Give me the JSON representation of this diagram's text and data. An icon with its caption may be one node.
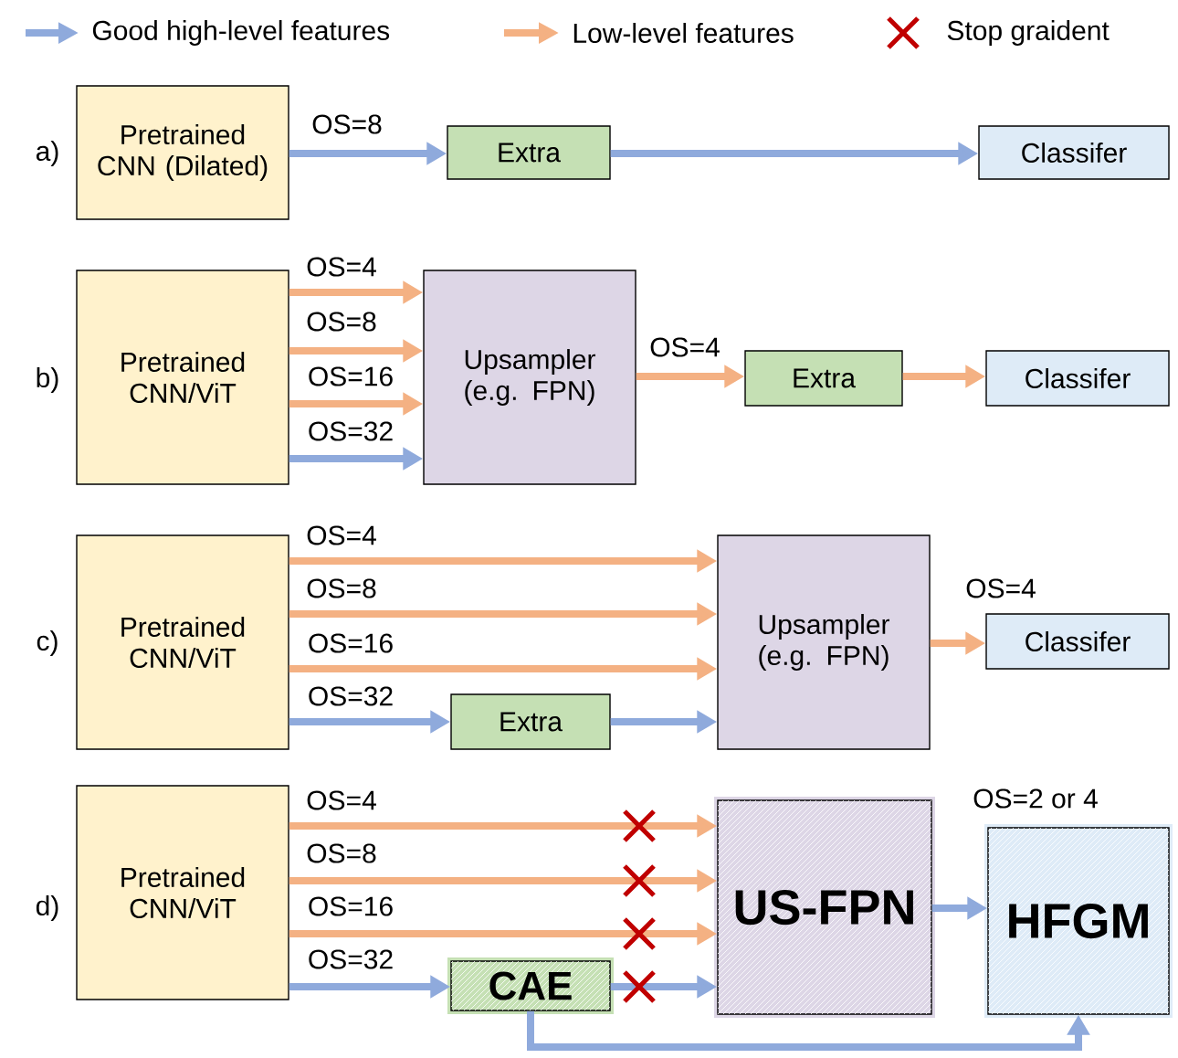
{
  "diagram": {
    "nodes": [
      {
        "text": [
          "Pretrained CNN (Dilated)"
        ]
      },
      {
        "text": [
          "Extra"
        ]
      },
      {
        "text": [
          "Classifer"
        ]
      },
      {
        "text": [
          "Pretrained CNN/ViT"
        ]
      },
      {
        "text": [
          "Upsampler (e.g. FPN)"
        ]
      },
      {
        "text": [
          "Extra"
        ]
      },
      {
        "text": [
          "Classifer"
        ]
      },
      {
        "text": [
          "Pretrained CNN/ViT"
        ]
      },
      {
        "text": [
          "Extra"
        ]
      },
      {
        "text": [
          "Upsampler (e.g. FPN)"
        ]
      },
      {
        "text": [
          "Classifer"
        ]
      },
      {
        "text": [
          "Pretrained CNN/ViT"
        ]
      },
      {
        "text": [
          "CAE"
        ]
      },
      {
        "text": [
          "US-FPN"
        ]
      },
      {
        "text": [
          "HFGM"
        ],
        "beside": [
          "OS=2 or 4"
        ]
      }
    ],
    "edges": [
      {
        "from": 0,
        "to": 1,
        "arrow": "to",
        "label": "OS=8",
        "color": "#8faadc"
      },
      {
        "from": 1,
        "to": 2,
        "arrow": "to",
        "color": "#8faadc"
      },
      {
        "from": 3,
        "to": 4,
        "arrow": "to",
        "label": "OS=4"
      },
      {
        "from": 3,
        "to": 4,
        "arrow": "to",
        "label": "OS=8"
      },
      {
        "from": 3,
        "to": 4,
        "arrow": "to",
        "label": "OS=16"
      },
      {
        "from": 3,
        "to": 4,
        "arrow": "to",
        "label": "OS=32",
        "color": "#8faadc"
      },
      {
        "from": 4,
        "to": 5,
        "arrow": "to",
        "label": "OS=4"
      },
      {
        "from": 5,
        "to": 6,
        "arrow": "to"
      },
      {
        "from": 7,
        "to": 9,
        "arrow": "to",
        "label": "OS=4"
      },
      {
        "from": 7,
        "to": 9,
        "arrow": "to",
        "label": "OS=8"
      },
      {
        "from": 7,
        "to": 9,
        "arrow": "to",
        "label": "OS=16"
      },
      {
        "from": 7,
        "to": 8,
        "arrow": "to",
        "label": "OS=32",
        "color": "#8faadc"
      },
      {
        "from": 8,
        "to": 9,
        "arrow": "to",
        "color": "#8faadc"
      },
      {
        "from": 9,
        "to": 10,
        "arrow": "to",
        "label": "OS=4"
      },
      {
        "from": 11,
        "to": 13,
        "arrow": "to",
        "label": "OS=4"
      },
      {
        "from": 11,
        "to": 13,
        "arrow": "to",
        "label": "OS=8"
      },
      {
        "from": 11,
        "to": 13,
        "arrow": "to",
        "label": "OS=16"
      },
      {
        "from": 11,
        "to": 12,
        "arrow": "to",
        "label": "OS=32",
        "color": "#8faadc"
      },
      {
        "from": 12,
        "to": 13,
        "arrow": "to",
        "color": "#8faadc"
      },
      {
        "from": 13,
        "to": 14,
        "arrow": "to",
        "color": "#8faadc"
      },
      {
        "from": 12,
        "to": 14,
        "arrow": "to",
        "color": "#8faadc"
      }
    ],
    "labels": [
      "a)",
      "b)",
      "c)",
      "d)"
    ],
    "legend": [
      {
        "text": "Good high-level features"
      },
      {
        "text": "Low-level features"
      },
      {
        "text": "Stop graident"
      }
    ]
  }
}
